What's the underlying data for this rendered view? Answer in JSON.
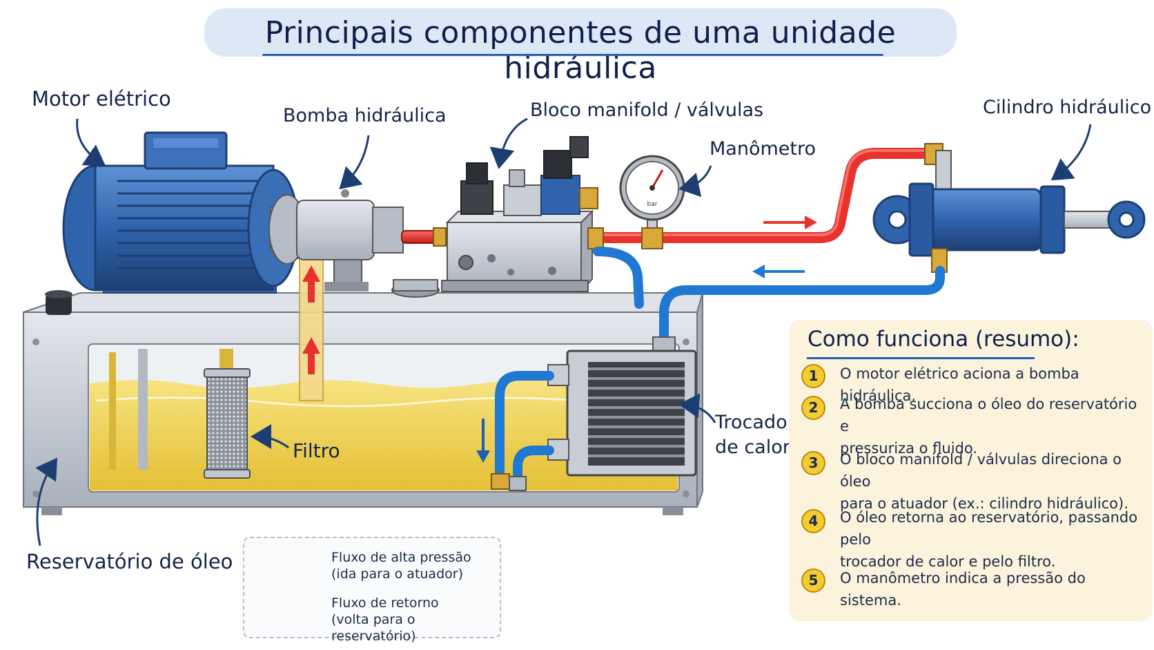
{
  "title": "Principais componentes de uma unidade hidráulica",
  "labels": {
    "motor": "Motor elétrico",
    "bomba": "Bomba hidráulica",
    "manifold": "Bloco manifold / válvulas",
    "manometro": "Manômetro",
    "cilindro": "Cilindro hidráulico",
    "filtro": "Filtro",
    "trocador_line1": "Trocador",
    "trocador_line2": "de calor",
    "reservatorio": "Reservatório de óleo",
    "gauge_unit": "bar"
  },
  "legend": {
    "high_line1": "Fluxo de alta pressão",
    "high_line2": "(ida para o atuador)",
    "return_line1": "Fluxo de retorno",
    "return_line2": "(volta para o reservatório)"
  },
  "how": {
    "title": "Como funciona (resumo):",
    "steps": [
      {
        "num": "1",
        "line1": "O motor elétrico aciona a bomba hidráulica.",
        "line2": ""
      },
      {
        "num": "2",
        "line1": "A bomba succiona o óleo do reservatório e",
        "line2": "pressuriza o fluido."
      },
      {
        "num": "3",
        "line1": "O bloco manifold / válvulas direciona o óleo",
        "line2": "para o atuador (ex.: cilindro hidráulico)."
      },
      {
        "num": "4",
        "line1": "O óleo retorna ao reservatório, passando pelo",
        "line2": "trocador de calor e pelo filtro."
      },
      {
        "num": "5",
        "line1": "O manômetro indica a pressão do sistema.",
        "line2": ""
      }
    ]
  },
  "colors": {
    "high_pressure": "#e8322d",
    "return": "#1f78d1",
    "oil": "#f2d24a",
    "motor_blue": "#3a6fb5",
    "steel": "#c9ced6"
  }
}
